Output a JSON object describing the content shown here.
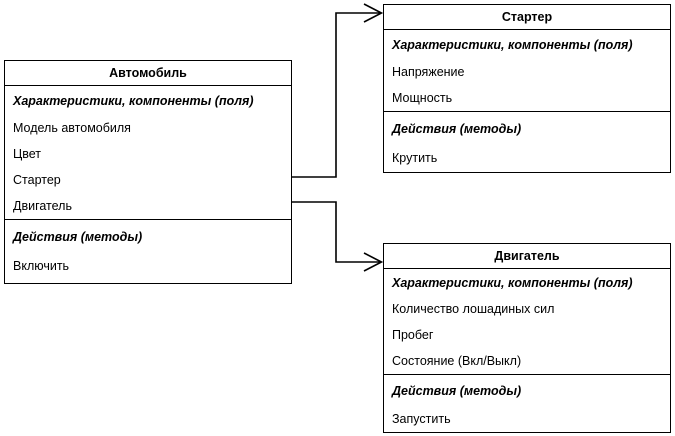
{
  "diagram": {
    "type": "uml-class-diagram",
    "language": "ru",
    "background_color": "#ffffff",
    "line_color": "#000000",
    "text_color": "#000000",
    "classes": [
      {
        "id": "avtomobil",
        "title": "Автомобиль",
        "fields_heading": "Характеристики, компоненты (поля)",
        "fields": [
          "Модель автомобиля",
          "Цвет",
          "Стартер",
          "Двигатель"
        ],
        "methods_heading": "Действия (методы)",
        "methods": [
          "Включить"
        ]
      },
      {
        "id": "starter",
        "title": "Стартер",
        "fields_heading": "Характеристики, компоненты (поля)",
        "fields": [
          "Напряжение",
          "Мощность"
        ],
        "methods_heading": "Действия (методы)",
        "methods": [
          "Крутить"
        ]
      },
      {
        "id": "dvigatel",
        "title": "Двигатель",
        "fields_heading": "Характеристики, компоненты (поля)",
        "fields": [
          "Количество лошадиных сил",
          "Пробег",
          "Состояние (Вкл/Выкл)"
        ],
        "methods_heading": "Действия (методы)",
        "methods": [
          "Запустить"
        ]
      }
    ],
    "connectors": [
      {
        "id": "avtomobil-to-starter",
        "from": "avtomobil",
        "to": "starter",
        "from_field": "Стартер",
        "arrowhead": "open-v",
        "style": "orthogonal"
      },
      {
        "id": "avtomobil-to-dvigatel",
        "from": "avtomobil",
        "to": "dvigatel",
        "from_field": "Двигатель",
        "arrowhead": "open-v",
        "style": "orthogonal"
      }
    ]
  }
}
